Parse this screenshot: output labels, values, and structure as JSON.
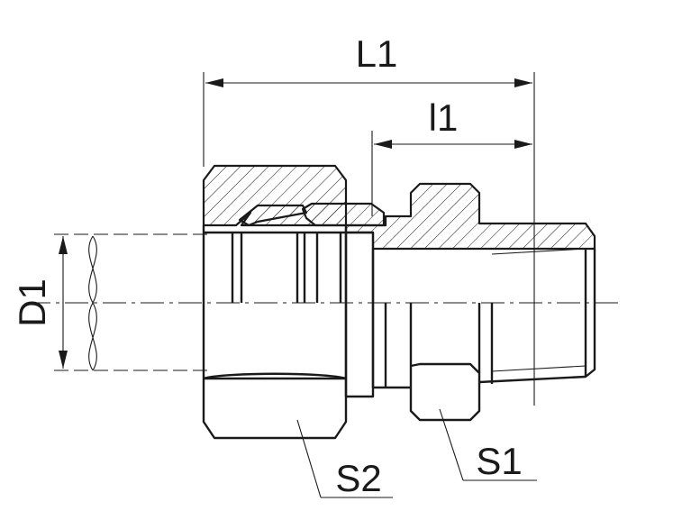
{
  "drawing": {
    "labels": {
      "L1": "L1",
      "l1": "l1",
      "D1": "D1",
      "S1": "S1",
      "S2": "S2"
    },
    "line_color": "#1a1a1a",
    "background": "#ffffff"
  }
}
